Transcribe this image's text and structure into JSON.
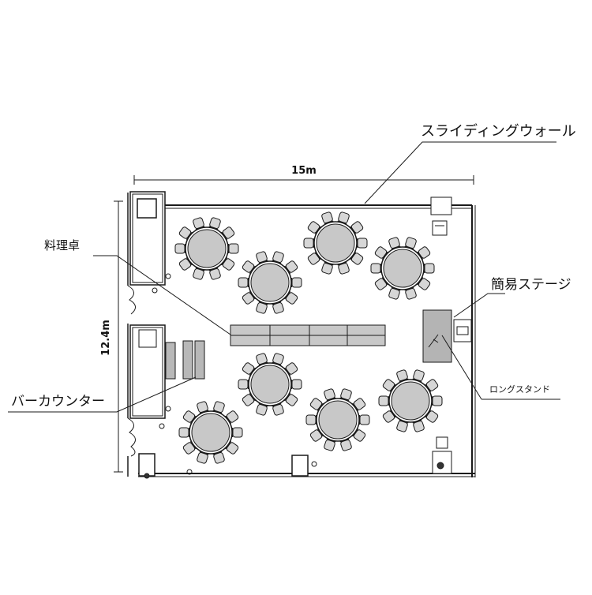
{
  "dimensions": {
    "width": "15m",
    "depth": "12.4m"
  },
  "labels": {
    "sliding_wall": "スライディングウォール",
    "cooking_table": "料理卓",
    "simple_stage": "簡易ステージ",
    "bar_counter": "バーカウンター",
    "long_stand": "ロングスタンド"
  },
  "round_tables": [
    {
      "id": "t1"
    },
    {
      "id": "t2"
    },
    {
      "id": "t3"
    },
    {
      "id": "t4"
    },
    {
      "id": "t5"
    },
    {
      "id": "t6"
    },
    {
      "id": "t7"
    },
    {
      "id": "t8"
    }
  ],
  "colors": {
    "table_fill": "#c8c8c8",
    "line": "#1a1a1a",
    "stage_fill": "#b4b4b4"
  }
}
